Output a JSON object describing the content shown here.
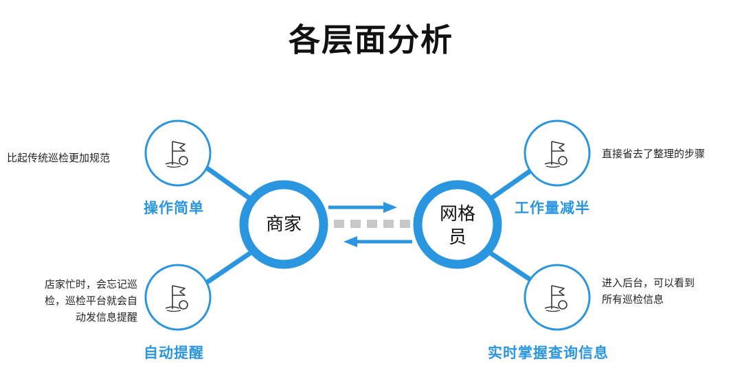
{
  "title": "各层面分析",
  "colors": {
    "accent": "#2a96e0",
    "dash": "#c8c8c8",
    "text": "#222222"
  },
  "nodes": {
    "merchant": "商家",
    "grid_member": "网格\n员"
  },
  "features": [
    {
      "label": "操作简单",
      "description": "比起传统巡检更加规范",
      "icon": "flag-golf-icon"
    },
    {
      "label": "自动提醒",
      "description": "店家忙时，会忘记巡\n检，巡检平台就会自\n动发信息提醒",
      "icon": "flag-golf-icon"
    },
    {
      "label": "工作量减半",
      "description": "直接省去了整理的步骤",
      "icon": "flag-golf-icon"
    },
    {
      "label": "实时掌握查询信息",
      "description": "进入后台，可以看到\n所有巡检信息",
      "icon": "flag-golf-icon"
    }
  ]
}
